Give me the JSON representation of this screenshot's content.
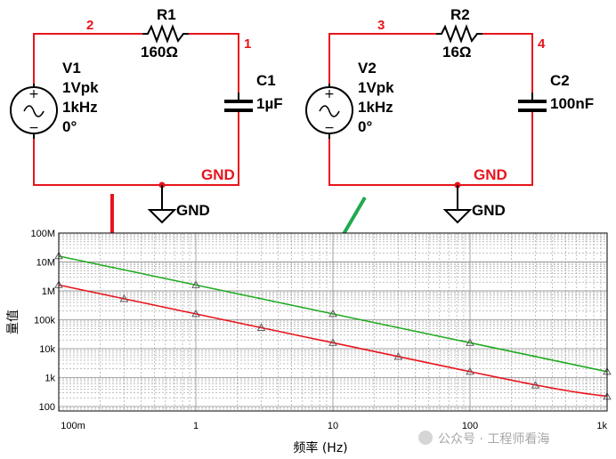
{
  "schematic": {
    "left": {
      "node_top_left": "2",
      "node_top_right": "1",
      "resistor_name": "R1",
      "resistor_value": "160Ω",
      "source_name": "V1",
      "source_amplitude": "1Vpk",
      "source_freq": "1kHz",
      "source_phase": "0°",
      "cap_name": "C1",
      "cap_value": "1µF",
      "gnd_net": "GND",
      "gnd_symbol": "GND"
    },
    "right": {
      "node_top_left": "3",
      "node_top_right": "4",
      "resistor_name": "R2",
      "resistor_value": "16Ω",
      "source_name": "V2",
      "source_amplitude": "1Vpk",
      "source_freq": "1kHz",
      "source_phase": "0°",
      "cap_name": "C2",
      "cap_value": "100nF",
      "gnd_net": "GND",
      "gnd_symbol": "GND"
    }
  },
  "colors": {
    "wire": "#e8141c",
    "node_label": "#e8141c",
    "text": "#000000",
    "trace_c1": "#e8141c",
    "trace_c2": "#22aa22",
    "arrow_red": "#e8141c",
    "arrow_green": "#1faa4f",
    "grid": "#9a9a9a"
  },
  "chart_data": {
    "type": "line",
    "title": "",
    "xlabel": "频率 (Hz)",
    "ylabel": "量值",
    "x_scale": "log",
    "y_scale": "log",
    "xlim": [
      0.1,
      1000
    ],
    "ylim": [
      70,
      100000000
    ],
    "x_tick_labels": [
      "100m",
      "1",
      "10",
      "100",
      "1k"
    ],
    "x_tick_values": [
      0.1,
      1,
      10,
      100,
      1000
    ],
    "y_tick_labels": [
      "100M",
      "10M",
      "1M",
      "100k",
      "10k",
      "1k",
      "100"
    ],
    "y_tick_values": [
      100000000,
      10000000,
      1000000,
      100000,
      10000,
      1000,
      100
    ],
    "grid": true,
    "series": [
      {
        "key": "c1",
        "color": "#e8141c",
        "marker": "triangle",
        "x": [
          0.1,
          0.3,
          1,
          3,
          10,
          30,
          100,
          300,
          1000
        ],
        "y": [
          1600000,
          530000,
          160000,
          53000,
          16000,
          5300,
          1600,
          540,
          220
        ]
      },
      {
        "key": "c2",
        "color": "#22aa22",
        "marker": "triangle",
        "x": [
          0.1,
          1,
          10,
          100,
          1000
        ],
        "y": [
          16000000,
          1600000,
          160000,
          16000,
          1600
        ]
      }
    ]
  },
  "watermark": "公众号 · 工程师看海"
}
